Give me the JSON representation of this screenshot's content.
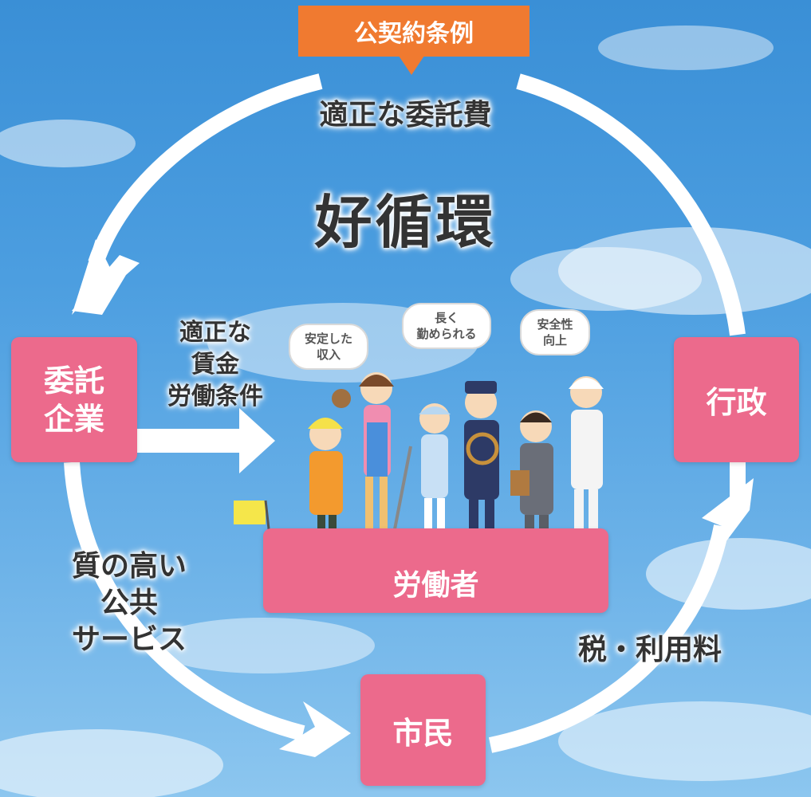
{
  "ordinance": "公契約条例",
  "fee": "適正な委託費",
  "title": "好循環",
  "boxes": {
    "contractor": [
      "委託",
      "企業"
    ],
    "government": "行政",
    "citizens": "市民",
    "workers": "労働者"
  },
  "labels": {
    "wage": [
      "適正な",
      "賃金",
      "労働条件"
    ],
    "service": [
      "質の高い",
      "公共",
      "サービス"
    ],
    "tax": "税・利用料"
  },
  "bubbles": {
    "income": [
      "安定した",
      "収入"
    ],
    "longwork": [
      "長く",
      "勤められる"
    ],
    "safety": [
      "安全性",
      "向上"
    ]
  },
  "colors": {
    "box": "#ec6a8c",
    "ordinance": "#f07a30",
    "arrow": "#ffffff",
    "sky": "#4c9ee0"
  }
}
